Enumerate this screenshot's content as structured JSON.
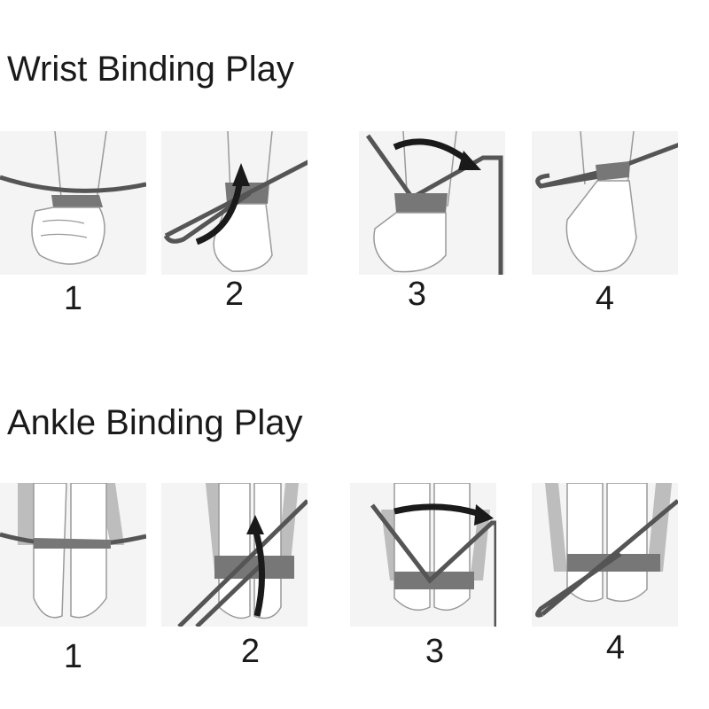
{
  "sections": {
    "wrist": {
      "title": "Wrist Binding Play",
      "steps": [
        {
          "number": "1"
        },
        {
          "number": "2"
        },
        {
          "number": "3"
        },
        {
          "number": "4"
        }
      ]
    },
    "ankle": {
      "title": "Ankle Binding Play",
      "steps": [
        {
          "number": "1"
        },
        {
          "number": "2"
        },
        {
          "number": "3"
        },
        {
          "number": "4"
        }
      ]
    }
  },
  "colors": {
    "rope": "#555555",
    "arrow": "#1a1a1a",
    "skin_outline": "#9a9a9a",
    "panel_bg": "#f4f4f4",
    "shadow": "#bdbdbd"
  }
}
